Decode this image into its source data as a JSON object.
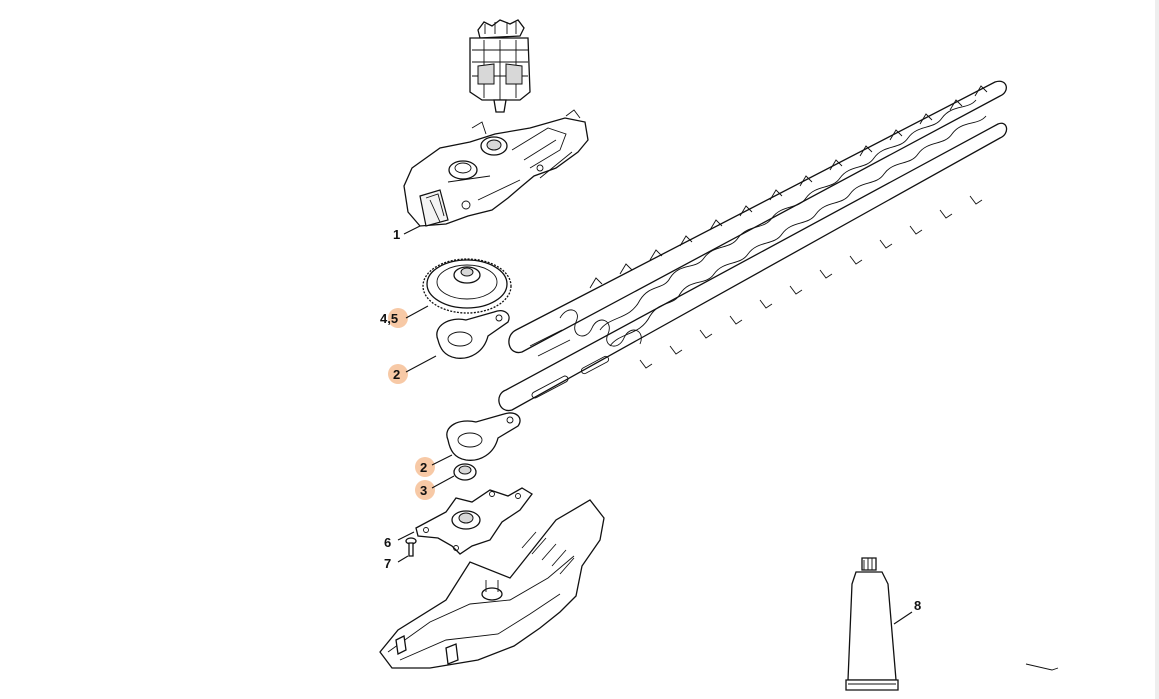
{
  "diagram": {
    "callouts": [
      {
        "id": "c1",
        "label": "1",
        "highlighted": false
      },
      {
        "id": "c45",
        "label": "4,5",
        "highlighted": true
      },
      {
        "id": "c2a",
        "label": "2",
        "highlighted": true
      },
      {
        "id": "c2b",
        "label": "2",
        "highlighted": true
      },
      {
        "id": "c3",
        "label": "3",
        "highlighted": true
      },
      {
        "id": "c6",
        "label": "6",
        "highlighted": false
      },
      {
        "id": "c7",
        "label": "7",
        "highlighted": false
      },
      {
        "id": "c8",
        "label": "8",
        "highlighted": false
      }
    ],
    "colors": {
      "line": "#111111",
      "highlight": "#f7c9a6",
      "background": "#ffffff"
    }
  }
}
